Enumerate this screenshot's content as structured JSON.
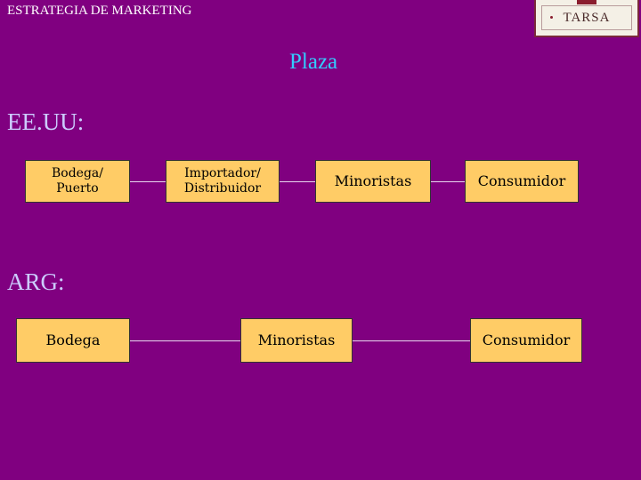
{
  "header": {
    "title": "ESTRATEGIA DE MARKETING"
  },
  "logo": {
    "text": "TARSA"
  },
  "slide": {
    "title": "Plaza"
  },
  "sections": {
    "usa": {
      "label": "EE.UU:",
      "nodes": [
        "Bodega/\nPuerto",
        "Importador/\nDistribuidor",
        "Minoristas",
        "Consumidor"
      ]
    },
    "arg": {
      "label": "ARG:",
      "nodes": [
        "Bodega",
        "Minoristas",
        "Consumidor"
      ]
    }
  },
  "colors": {
    "background": "#800080",
    "title": "#33ccff",
    "section_label": "#ccccff",
    "box_fill": "#ffcc66",
    "connector": "#e8d8f0"
  }
}
